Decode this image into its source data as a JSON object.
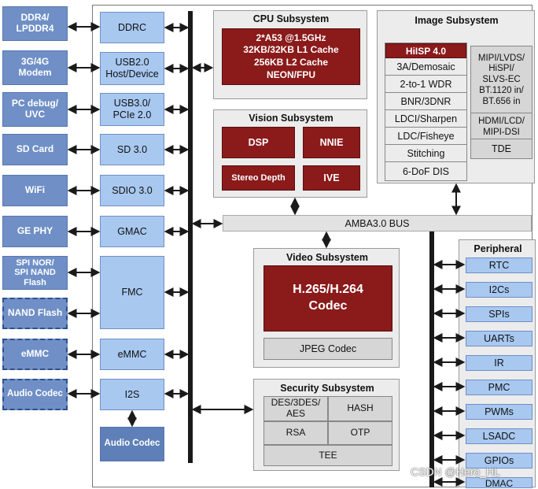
{
  "external_devices": [
    {
      "label": "DDR4/\nLPDDR4",
      "dashed": false
    },
    {
      "label": "3G/4G\nModem",
      "dashed": false
    },
    {
      "label": "PC debug/\nUVC",
      "dashed": false
    },
    {
      "label": "SD Card",
      "dashed": false
    },
    {
      "label": "WiFi",
      "dashed": false
    },
    {
      "label": "GE PHY",
      "dashed": false
    },
    {
      "label": "SPI NOR/\nSPI NAND\nFlash",
      "dashed": false
    },
    {
      "label": "NAND Flash",
      "dashed": true
    },
    {
      "label": "eMMC",
      "dashed": true
    },
    {
      "label": "Audio Codec",
      "dashed": true
    }
  ],
  "controllers": [
    "DDRC",
    "USB2.0\nHost/Device",
    "USB3.0/\nPCIe 2.0",
    "SD 3.0",
    "SDIO 3.0",
    "GMAC",
    "FMC",
    "eMMC",
    "I2S"
  ],
  "internal_audio_codec": "Audio Codec",
  "cpu": {
    "title": "CPU Subsystem",
    "spec": "2*A53 @1.5GHz\n32KB/32KB L1 Cache\n256KB L2 Cache\nNEON/FPU"
  },
  "vision": {
    "title": "Vision Subsystem",
    "blocks": [
      "DSP",
      "NNIE",
      "Stereo Depth",
      "IVE"
    ]
  },
  "image": {
    "title": "Image Subsystem",
    "isp_header": "HiISP 4.0",
    "items": [
      "3A/Demosaic",
      "2-to-1 WDR",
      "BNR/3DNR",
      "LDCI/Sharpen",
      "LDC/Fisheye",
      "Stitching",
      "6-DoF DIS"
    ],
    "side_boxes": [
      "MIPI/LVDS/\nHiSPI/\nSLVS-EC\nBT.1120 in/\nBT.656 in",
      "HDMI/LCD/\nMIPI-DSI",
      "TDE"
    ]
  },
  "bus": {
    "label": "AMBA3.0 BUS"
  },
  "video": {
    "title": "Video Subsystem",
    "codec": "H.265/H.264\nCodec",
    "jpeg": "JPEG Codec"
  },
  "security": {
    "title": "Security Subsystem",
    "cells": [
      "DES/3DES/\nAES",
      "HASH",
      "RSA",
      "OTP"
    ],
    "tee": "TEE"
  },
  "peripheral": {
    "title": "Peripheral",
    "items": [
      "RTC",
      "I2Cs",
      "SPIs",
      "UARTs",
      "IR",
      "PMC",
      "PWMs",
      "LSADC",
      "GPIOs",
      "DMAC"
    ]
  },
  "watermark": "CSDN @Hero_HL",
  "colors": {
    "external_fill": "#6f8fc6",
    "controller_fill": "#a8c8f0",
    "accent_red": "#8b1a1a",
    "subsystem_fill": "#ececec",
    "gray_block": "#d6d6d6",
    "bus_line": "#1a1a1a"
  }
}
